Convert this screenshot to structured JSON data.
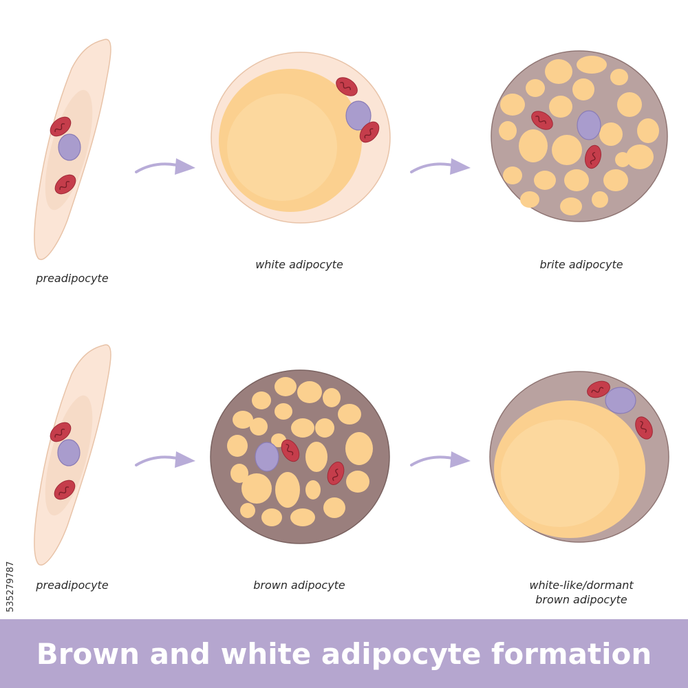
{
  "labels": {
    "preadipocyte_top": "preadipocyte",
    "white_adipocyte": "white adipocyte",
    "brite_adipocyte": "brite adipocyte",
    "preadipocyte_bottom": "preadipocyte",
    "brown_adipocyte": "brown adipocyte",
    "dormant_line1": "white-like/dormant",
    "dormant_line2": "brown adipocyte"
  },
  "title": "Brown and white adipocyte formation",
  "stock_id": "535279787",
  "colors": {
    "banner": "#b5a6cf",
    "cytoplasm_pale": "#fbe5d6",
    "cytoplasm_brown": "#9a7f7d",
    "cytoplasm_brite": "#b9a2a0",
    "lipid": "#fbd08f",
    "nucleus": "#a99ccd",
    "mitochondria": "#c53d4b",
    "arrow": "#b8acd8"
  },
  "icons": [
    "arrow-right-icon",
    "nucleus-icon",
    "mitochondrion-icon",
    "lipid-droplet-icon"
  ]
}
